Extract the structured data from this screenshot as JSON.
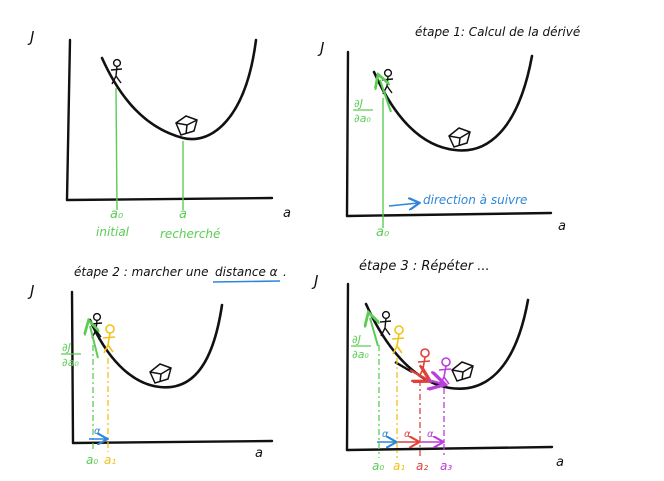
{
  "panels": [
    {
      "id": "p1",
      "title": "",
      "y_label": "J",
      "x_label": "a",
      "point_labels": [
        "a₀",
        "a"
      ],
      "captions": [
        "initial",
        "recherché"
      ]
    },
    {
      "id": "p2",
      "title": "étape 1: Calcul de la dérivé",
      "y_label": "J",
      "x_label": "a",
      "point_labels": [
        "a₀"
      ],
      "derivative_top": "∂J",
      "derivative_bottom": "∂a₀",
      "direction_text": "direction à suivre"
    },
    {
      "id": "p3",
      "title_prefix": "étape 2 : marcher une",
      "title_underlined": "distance α",
      "title_suffix": ".",
      "y_label": "J",
      "x_label": "a",
      "point_labels": [
        "a₀",
        "a₁"
      ],
      "derivative_top": "∂J",
      "derivative_bottom": "∂a₀",
      "step_label": "α"
    },
    {
      "id": "p4",
      "title": "étape 3 : Répéter ...",
      "y_label": "J",
      "x_label": "a",
      "point_labels": [
        "a₀",
        "a₁",
        "a₂",
        "a₃"
      ],
      "derivative_top": "∂J",
      "derivative_bottom": "∂a₀",
      "step_labels": [
        "α",
        "α",
        "α"
      ]
    }
  ],
  "colors": {
    "ink": "#111111",
    "green": "#5ccc55",
    "blue": "#2f86d9",
    "yellow": "#f2c21a",
    "red": "#e0413a",
    "magenta": "#b93fd9"
  },
  "icons": [
    "stick-figure-icon",
    "house-icon"
  ]
}
